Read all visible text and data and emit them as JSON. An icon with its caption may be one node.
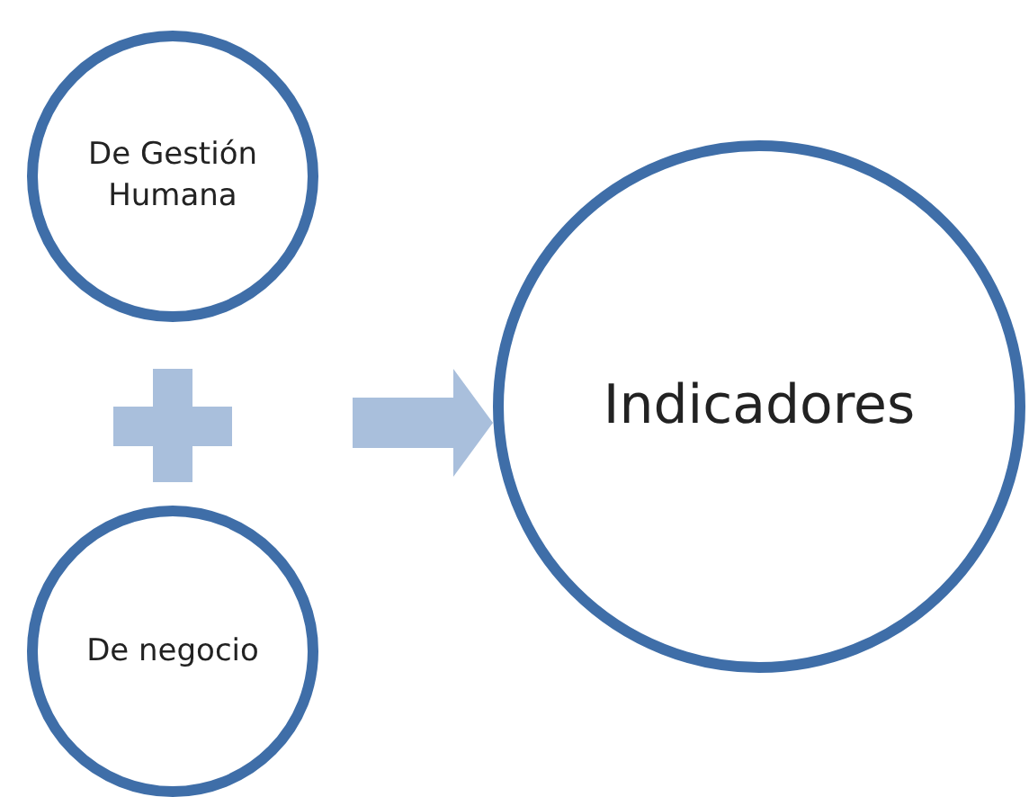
{
  "diagram": {
    "nodes": [
      {
        "text": [
          "De Gestión Humana"
        ]
      },
      {
        "text": [
          "De negocio"
        ]
      },
      {
        "text": [
          "Indicadores"
        ]
      }
    ],
    "edges": [
      {
        "from": null,
        "to": 2,
        "arrow": "to"
      }
    ]
  }
}
